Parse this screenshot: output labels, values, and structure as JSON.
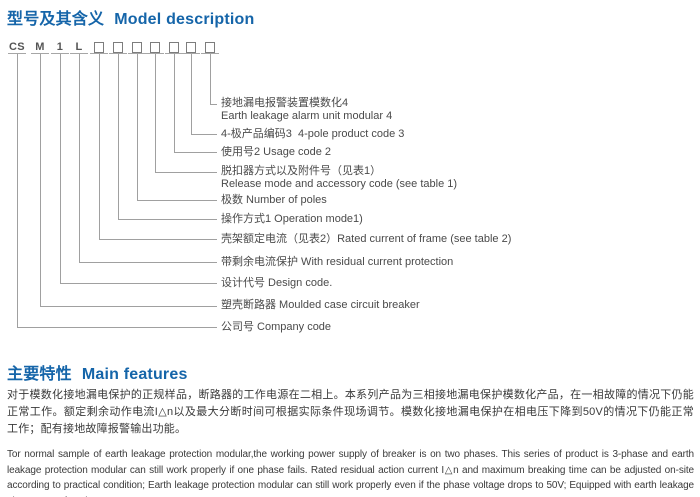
{
  "model_section": {
    "title_zh": "型号及其含义",
    "title_en": "Model description",
    "code_positions": [
      {
        "text": "CS"
      },
      {
        "text": "M"
      },
      {
        "text": "1"
      },
      {
        "text": "L"
      },
      {
        "box": true
      },
      {
        "box": true
      },
      {
        "box": true
      },
      {
        "box": true
      },
      {
        "box": true
      },
      {
        "box": true
      },
      {
        "box": true
      }
    ],
    "labels": [
      {
        "line1": "接地漏电报警装置模数化4",
        "line2": "Earth leakage alarm unit modular 4"
      },
      {
        "line1": "4-极产品编码3  4-pole product code 3"
      },
      {
        "line1": "使用号2 Usage code 2"
      },
      {
        "line1": "脱扣器方式以及附件号（见表1）",
        "line2": "Release mode and accessory code (see table 1)"
      },
      {
        "line1": "极数 Number of poles"
      },
      {
        "line1": "操作方式1 Operation mode1)"
      },
      {
        "line1": "壳架额定电流（见表2）Rated current of frame (see table 2)"
      },
      {
        "line1": "带剩余电流保护 With residual current protection"
      },
      {
        "line1": "设计代号 Design code."
      },
      {
        "line1": "塑壳断路器 Moulded case circuit breaker"
      },
      {
        "line1": "公司号 Company code"
      }
    ]
  },
  "features_section": {
    "title_zh": "主要特性",
    "title_en": "Main features",
    "paragraph_zh": "对于模数化接地漏电保护的正规样品，断路器的工作电源在二相上。本系列产品为三相接地漏电保护模数化产品，在一相故障的情况下仍能正常工作。额定剩余动作电流I△n以及最大分断时间可根据实际条件现场调节。模数化接地漏电保护在相电压下降到50V的情况下仍能正常工作；配有接地故障报警输出功能。",
    "paragraph_en": "Tor normal sample of earth leakage protection modular,the working power supply of breaker is on two phases. This series of product is 3-phase and earth leakage protection modular can still work properly if one phase fails. Rated residual action current I△n and maximum breaking time can be adjusted on-site according to practical condition; Earth leakage protection modular can still work properly even if the phase voltage drops to 50V; Equipped with earth leakage alarm output function."
  },
  "colors": {
    "heading_blue": "#1565a9",
    "line_gray": "#a0a0a0",
    "text_gray": "#3a3a3a"
  }
}
